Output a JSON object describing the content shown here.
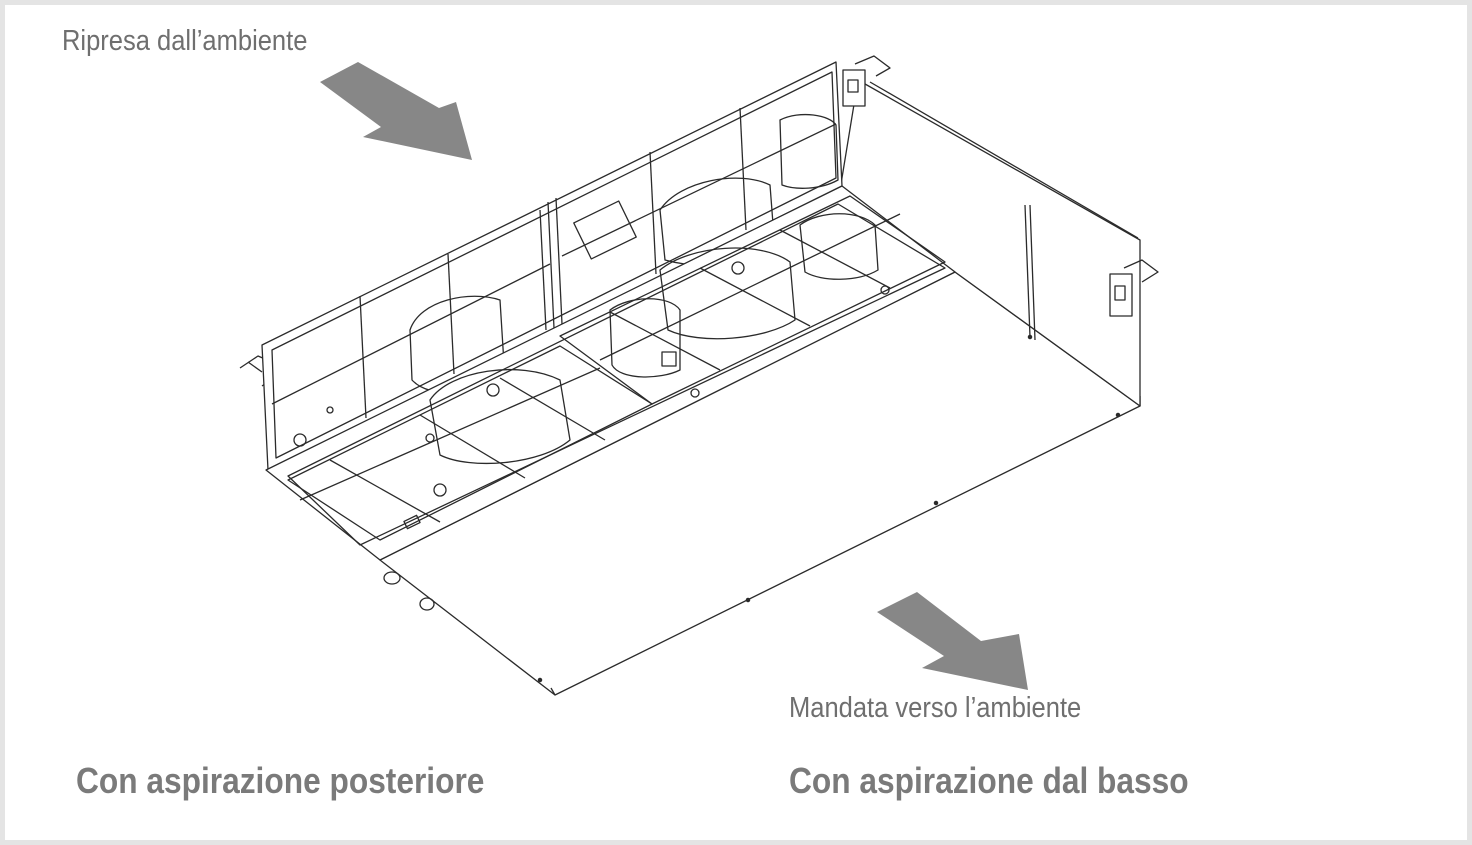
{
  "labels": {
    "intake": "Ripresa dall’ambiente",
    "supply": "Mandata verso l’ambiente",
    "rear_suction": "Con aspirazione posteriore",
    "bottom_suction": "Con aspirazione dal basso"
  },
  "colors": {
    "arrow": "#878787",
    "line": "#2b2b2b",
    "text": "#6f6f6f",
    "border": "#e4e4e4"
  }
}
